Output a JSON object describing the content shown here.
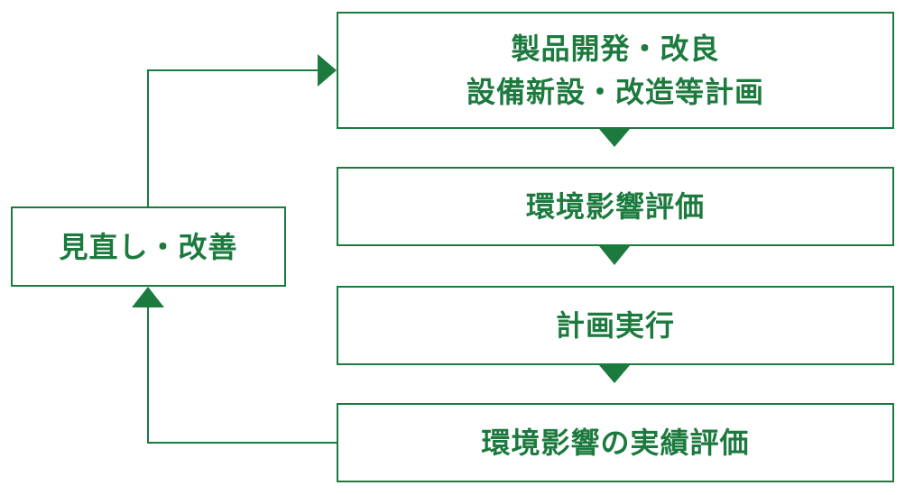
{
  "colors": {
    "accent": "#1c7a3e",
    "background": "#ffffff"
  },
  "flow": {
    "plan_line1": "製品開発・改良",
    "plan_line2": "設備新設・改造等計画",
    "eia": "環境影響評価",
    "execution": "計画実行",
    "performance_eval": "環境影響の実績評価",
    "review": "見直し・改善"
  }
}
